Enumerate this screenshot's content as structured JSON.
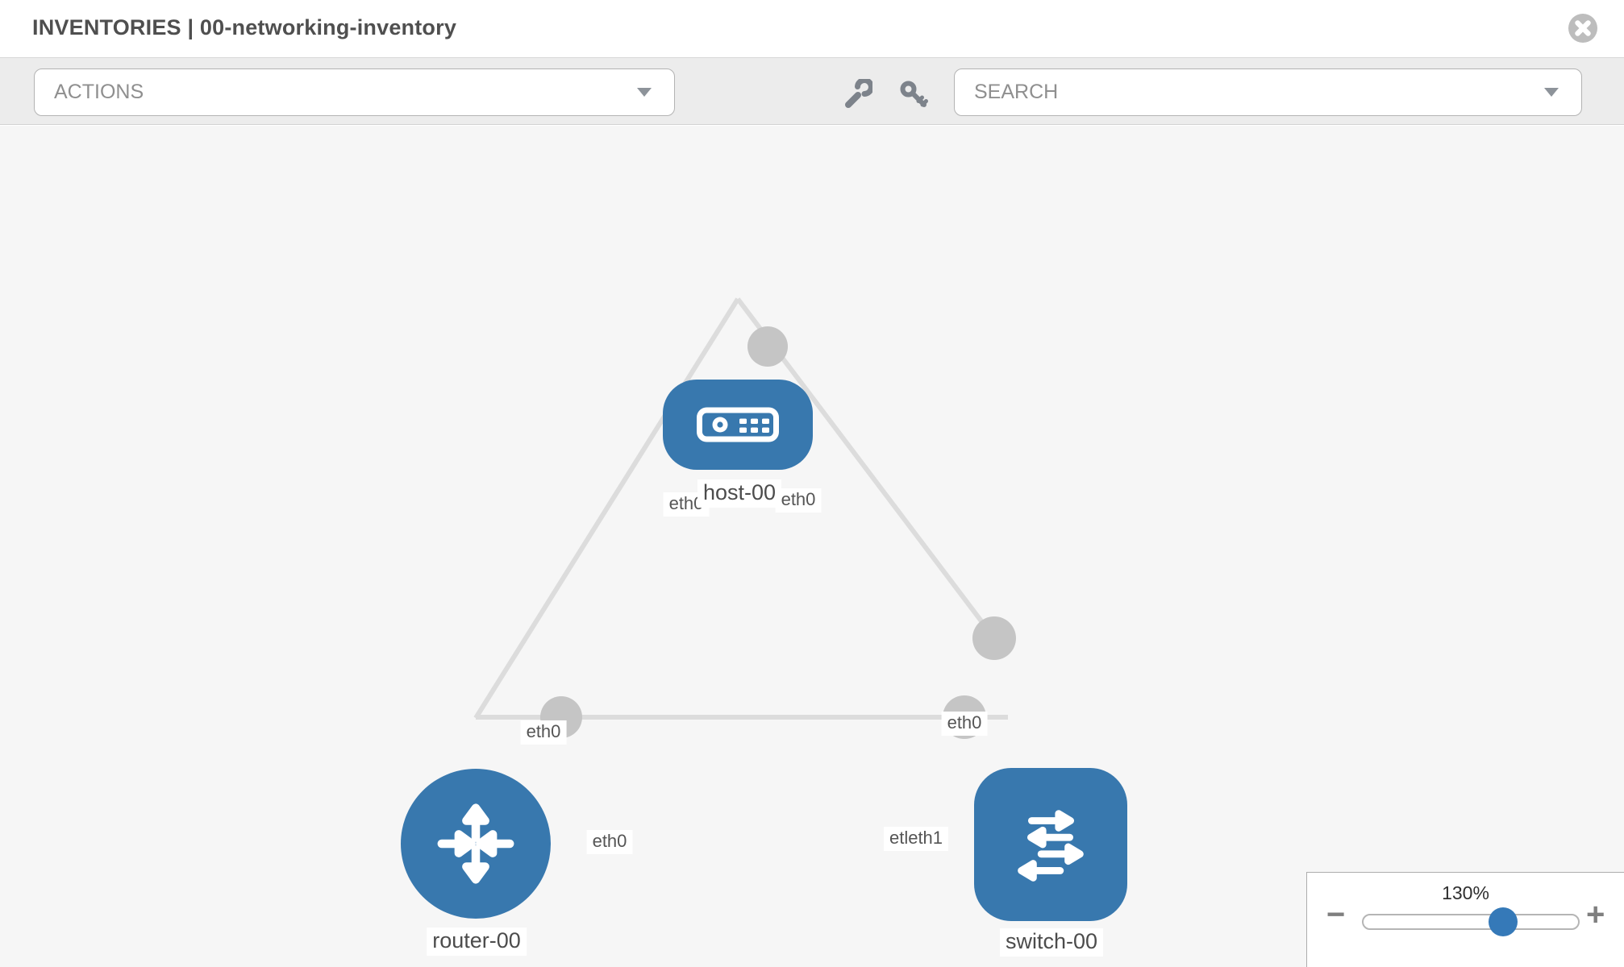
{
  "header": {
    "title": "INVENTORIES | 00-networking-inventory"
  },
  "toolbar": {
    "actions": {
      "placeholder": "ACTIONS"
    },
    "search": {
      "placeholder": "SEARCH"
    },
    "icons": [
      "wrench",
      "key"
    ]
  },
  "topology": {
    "nodes": [
      {
        "id": "host-00",
        "type": "host",
        "label": "host-00",
        "icon": "host-icon"
      },
      {
        "id": "router-00",
        "type": "router",
        "label": "router-00",
        "icon": "router-icon"
      },
      {
        "id": "switch-00",
        "type": "switch",
        "label": "switch-00",
        "icon": "switch-icon"
      }
    ],
    "links": [
      {
        "source": "host-00",
        "target": "router-00",
        "source_label": "eth0",
        "target_label": "eth0"
      },
      {
        "source": "host-00",
        "target": "switch-00",
        "source_label": "eth0",
        "target_label": "eth0"
      },
      {
        "source": "router-00",
        "target": "switch-00",
        "source_label": "eth0",
        "target_label": "etleth1"
      }
    ]
  },
  "zoom_control": {
    "value": "130%",
    "minus_label": "−",
    "plus_label": "+"
  },
  "colors": {
    "node_blue": "#3878ae",
    "port_gray": "#c5c5c5",
    "link_gray": "#dcdcdc",
    "canvas_bg": "#f6f6f6",
    "toolbar_bg": "#ececec",
    "thumb_blue": "#3579b8"
  }
}
